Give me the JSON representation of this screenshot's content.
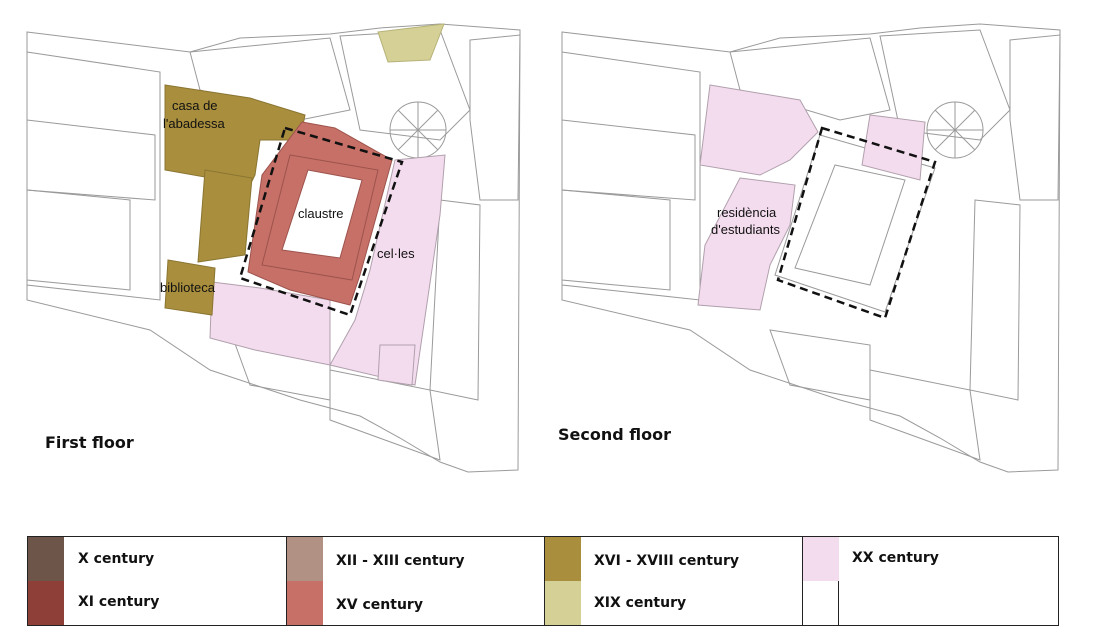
{
  "floors": [
    {
      "title": "First floor"
    },
    {
      "title": "Second floor"
    }
  ],
  "map_labels": {
    "casa_line1": "casa de",
    "casa_line2": "l'abadessa",
    "claustre": "claustre",
    "celles": "cel·les",
    "biblioteca": "biblioteca",
    "residencia_line1": "residència",
    "residencia_line2": "d'estudiants"
  },
  "legend": [
    {
      "label": "X century",
      "color": "#6e5549"
    },
    {
      "label": "XI century",
      "color": "#8e3f38"
    },
    {
      "label": "XII - XIII century",
      "color": "#b09184"
    },
    {
      "label": "XV century",
      "color": "#c77068"
    },
    {
      "label": "XVI - XVIII century",
      "color": "#a88e3d"
    },
    {
      "label": "XIX century",
      "color": "#d5d196"
    },
    {
      "label": "XX century",
      "color": "#f4dcef"
    },
    {
      "label": "",
      "color": "#ffffff"
    }
  ]
}
